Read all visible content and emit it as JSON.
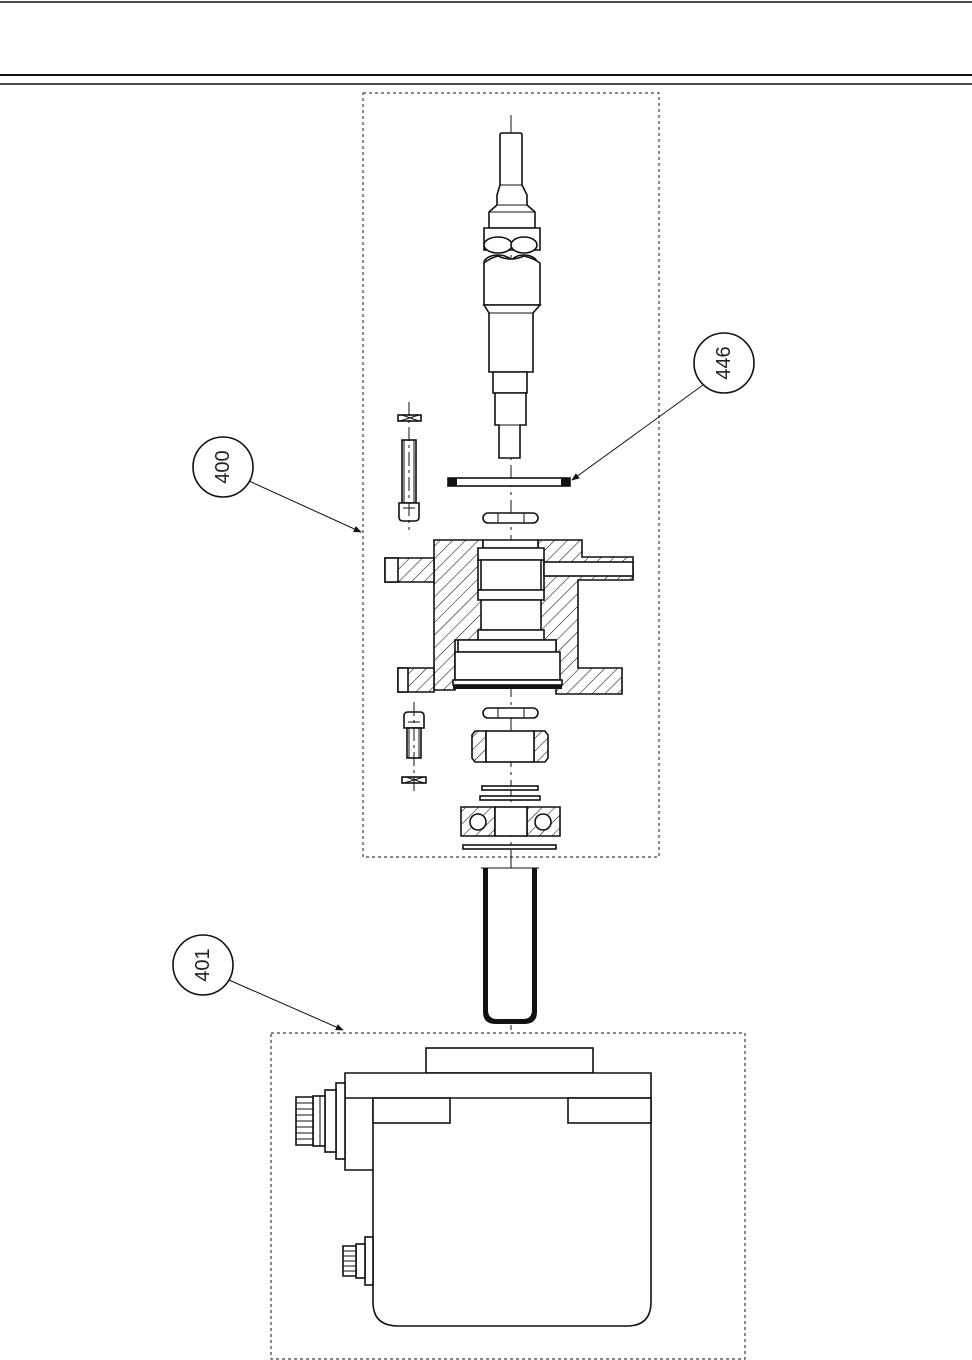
{
  "callouts": {
    "c400": "400",
    "c401": "401",
    "c446": "446"
  },
  "colors": {
    "line": "#111111",
    "paper": "#ffffff"
  }
}
